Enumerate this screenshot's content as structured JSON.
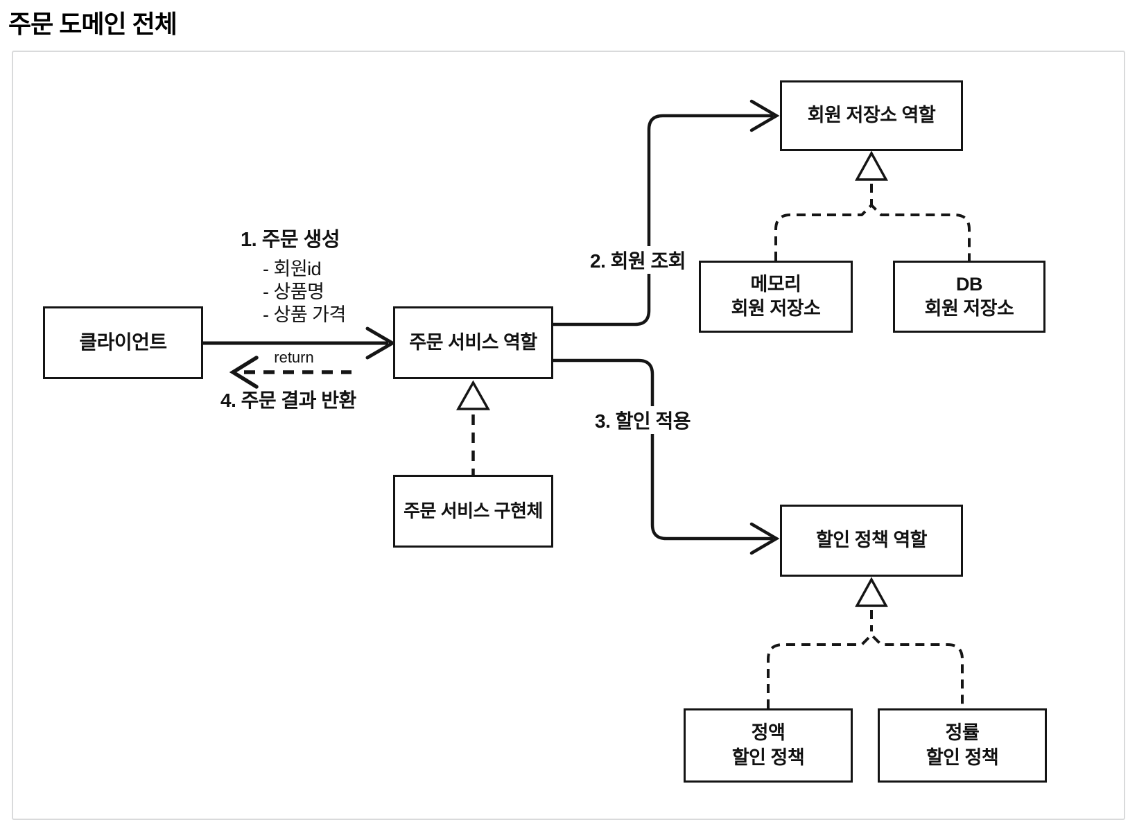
{
  "title": "주문 도메인 전체",
  "colors": {
    "line": "#151515",
    "box_border": "#141414",
    "panel_border": "#d9dadb",
    "background": "#ffffff",
    "text": "#111111"
  },
  "boxes": {
    "client": {
      "label": "클라이언트"
    },
    "order_service_role": {
      "label": "주문 서비스 역할"
    },
    "order_service_impl": {
      "label": "주문 서비스 구현체"
    },
    "member_repo_role": {
      "label": "회원 저장소 역할"
    },
    "memory_member_repo": {
      "line1": "메모리",
      "line2": "회원 저장소"
    },
    "db_member_repo": {
      "line1": "DB",
      "line2": "회원 저장소"
    },
    "discount_policy_role": {
      "label": "할인 정책 역할"
    },
    "fixed_discount_policy": {
      "line1": "정액",
      "line2": "할인 정책"
    },
    "rate_discount_policy": {
      "line1": "정률",
      "line2": "할인 정책"
    }
  },
  "edges": {
    "step1": {
      "label": "1. 주문 생성",
      "items": [
        "- 회원id",
        "- 상품명",
        "- 상품 가격"
      ]
    },
    "step2": {
      "label": "2. 회원 조회"
    },
    "step3": {
      "label": "3. 할인 적용"
    },
    "step4": {
      "label": "4. 주문 결과 반환"
    },
    "return_note": {
      "label": "return"
    }
  }
}
